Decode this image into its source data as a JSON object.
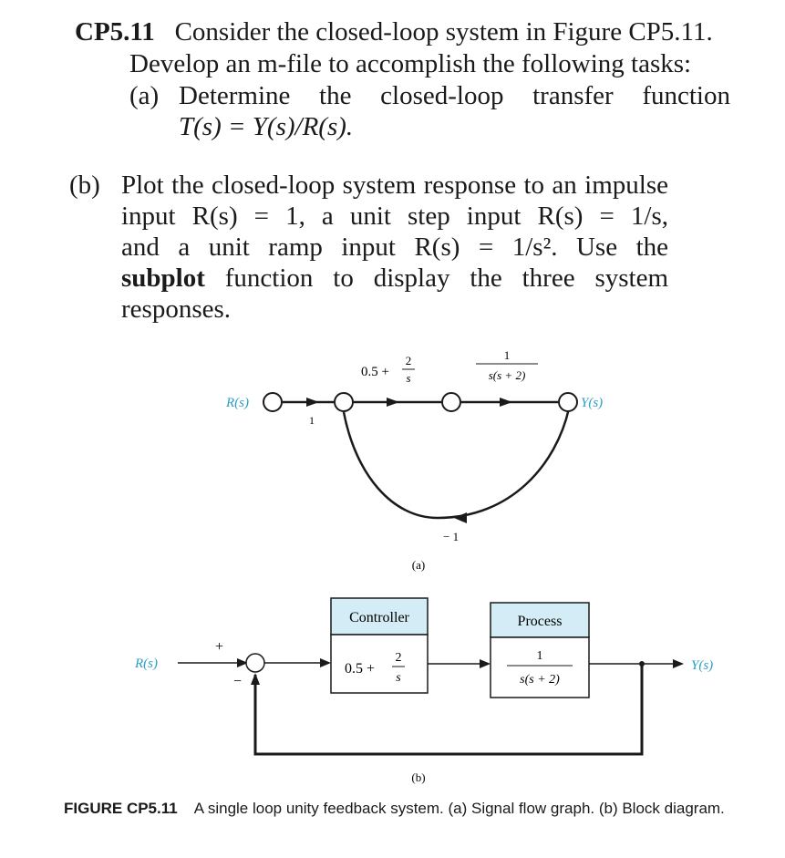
{
  "problem": {
    "id": "CP5.11",
    "intro_line1": "Consider the closed-loop system in Figure CP5.11.",
    "intro_line2": "Develop an m-file to accomplish the following tasks:",
    "part_a_label": "(a)",
    "part_a_line1": "Determine the closed-loop transfer function",
    "part_a_line2": "T(s) = Y(s)/R(s).",
    "part_b_label": "(b)",
    "part_b_line1": "Plot the closed-loop system response to an impulse",
    "part_b_line2": "input R(s) = 1, a unit step input R(s) = 1/s,",
    "part_b_line3": "and a unit ramp input R(s) = 1/s². Use the",
    "part_b_line4_bold": "subplot",
    "part_b_line4_rest": "function to display the three system",
    "part_b_line5": "responses."
  },
  "figure_a": {
    "input_label": "R(s)",
    "output_label": "Y(s)",
    "branch_gain_input": "1",
    "controller_gain_lead": "0.5 +",
    "controller_gain_num": "2",
    "controller_gain_den": "s",
    "process_num": "1",
    "process_den": "s(s + 2)",
    "feedback_gain": "− 1",
    "sublabel": "(a)"
  },
  "figure_b": {
    "input_label": "R(s)",
    "output_label": "Y(s)",
    "plus_sign": "+",
    "minus_sign": "−",
    "controller_title": "Controller",
    "controller_lead": "0.5 +",
    "controller_num": "2",
    "controller_den": "s",
    "process_title": "Process",
    "process_num": "1",
    "process_den": "s(s + 2)",
    "sublabel": "(b)"
  },
  "caption": {
    "label": "FIGURE CP5.11",
    "text": "A single loop unity feedback system. (a) Signal flow graph. (b) Block diagram."
  },
  "colors": {
    "label_cyan": "#2a9ec5",
    "box_header_fill": "#d3ecf5",
    "line": "#1a1a1a"
  }
}
